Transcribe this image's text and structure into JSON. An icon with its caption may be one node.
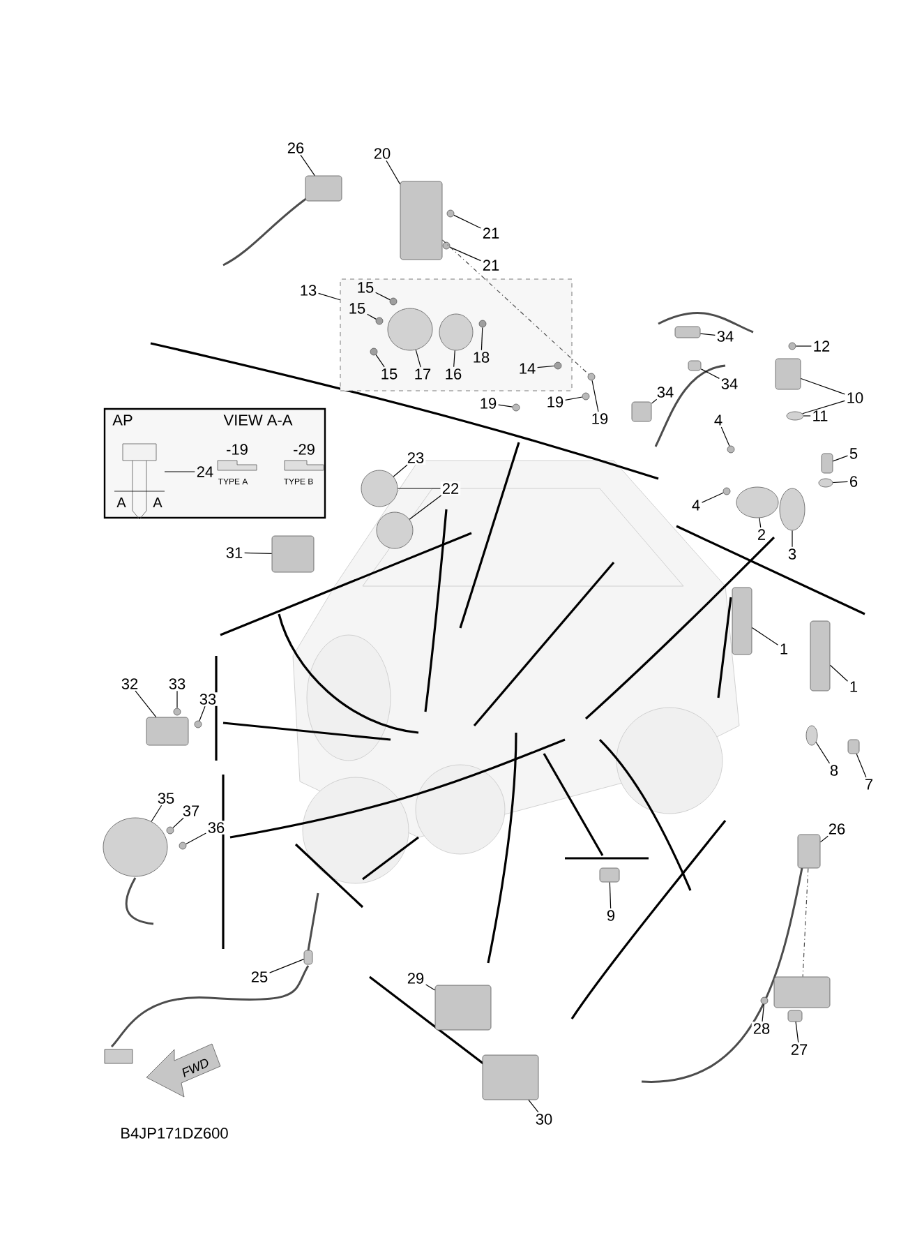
{
  "diagram": {
    "nodes": [
      {
        "text": [
          "26"
        ]
      },
      {
        "text": [
          "20"
        ]
      },
      {
        "text": [
          "21"
        ]
      },
      {
        "text": [
          "21"
        ]
      },
      {
        "text": [
          "15"
        ],
        "in": 54
      },
      {
        "text": [
          "13"
        ]
      },
      {
        "text": [
          "15"
        ],
        "in": 54
      },
      {
        "text": [
          "15"
        ],
        "in": 54
      },
      {
        "text": [
          "17"
        ],
        "in": 54
      },
      {
        "text": [
          "16"
        ],
        "in": 54
      },
      {
        "text": [
          "18"
        ],
        "in": 54
      },
      {
        "text": [
          "14"
        ],
        "in": 54
      },
      {
        "text": [
          "19"
        ]
      },
      {
        "text": [
          "19"
        ]
      },
      {
        "text": [
          "19"
        ]
      },
      {
        "text": [
          "34"
        ]
      },
      {
        "text": [
          "12"
        ]
      },
      {
        "text": [
          "34"
        ]
      },
      {
        "text": [
          "10"
        ]
      },
      {
        "text": [
          "11"
        ]
      },
      {
        "text": [
          "34"
        ]
      },
      {
        "text": [
          "4"
        ]
      },
      {
        "text": [
          "5"
        ]
      },
      {
        "text": [
          "AP",
          "VIEW A-A",
          "-19",
          "-29",
          "TYPE A",
          "TYPE B",
          "A",
          "A"
        ]
      },
      {
        "text": [
          "24"
        ],
        "in": 23
      },
      {
        "text": [
          "23"
        ]
      },
      {
        "text": [
          "22"
        ]
      },
      {
        "text": [
          "6"
        ]
      },
      {
        "text": [
          "4"
        ]
      },
      {
        "text": [
          "2"
        ]
      },
      {
        "text": [
          "3"
        ]
      },
      {
        "text": [
          "31"
        ]
      },
      {
        "text": [
          "1"
        ]
      },
      {
        "text": [
          "1"
        ]
      },
      {
        "text": [
          "32"
        ]
      },
      {
        "text": [
          "33"
        ]
      },
      {
        "text": [
          "33"
        ]
      },
      {
        "text": [
          "8"
        ]
      },
      {
        "text": [
          "7"
        ]
      },
      {
        "text": [
          "35"
        ]
      },
      {
        "text": [
          "37"
        ]
      },
      {
        "text": [
          "36"
        ]
      },
      {
        "text": [
          "26"
        ]
      },
      {
        "text": [
          "9"
        ]
      },
      {
        "text": [
          "25"
        ]
      },
      {
        "text": [
          "29"
        ]
      },
      {
        "text": [
          "28"
        ]
      },
      {
        "text": [
          "27"
        ]
      },
      {
        "text": [
          "30"
        ]
      },
      {
        "text": [],
        "shape": "box"
      },
      {
        "text": [],
        "shape": "box"
      },
      {
        "text": [],
        "shape": "circle"
      },
      {
        "text": [],
        "shape": "circle"
      },
      {
        "text": [],
        "shape": "circle",
        "in": 54
      },
      {
        "text": [],
        "shape": "box"
      },
      {
        "text": [],
        "shape": "circle",
        "in": 54
      },
      {
        "text": [],
        "shape": "circle",
        "in": 54
      },
      {
        "text": [],
        "shape": "circle",
        "in": 54
      },
      {
        "text": [],
        "shape": "circle",
        "in": 54
      },
      {
        "text": [],
        "shape": "circle",
        "in": 54
      },
      {
        "text": [],
        "shape": "circle",
        "in": 54
      },
      {
        "text": [],
        "shape": "circle"
      },
      {
        "text": [],
        "shape": "circle"
      },
      {
        "text": [],
        "shape": "circle"
      },
      {
        "text": [],
        "shape": "box"
      },
      {
        "text": [],
        "shape": "circle"
      },
      {
        "text": [],
        "shape": "box"
      },
      {
        "text": [],
        "shape": "box"
      },
      {
        "text": [],
        "shape": "circle"
      },
      {
        "text": [],
        "shape": "box"
      },
      {
        "text": [],
        "shape": "circle"
      },
      {
        "text": [],
        "shape": "box"
      },
      {
        "text": [],
        "shape": "circle"
      },
      {
        "text": [],
        "shape": "circle"
      },
      {
        "text": [],
        "shape": "circle"
      },
      {
        "text": [],
        "shape": "circle"
      },
      {
        "text": [],
        "shape": "circle"
      },
      {
        "text": [],
        "shape": "circle"
      },
      {
        "text": [],
        "shape": "box"
      },
      {
        "text": [],
        "shape": "box"
      },
      {
        "text": [],
        "shape": "box"
      },
      {
        "text": [],
        "shape": "box"
      },
      {
        "text": [],
        "shape": "circle"
      },
      {
        "text": [],
        "shape": "circle"
      },
      {
        "text": [],
        "shape": "circle"
      },
      {
        "text": [],
        "shape": "box"
      },
      {
        "text": [],
        "shape": "circle"
      },
      {
        "text": [],
        "shape": "circle"
      },
      {
        "text": [],
        "shape": "circle"
      },
      {
        "text": [],
        "shape": "box"
      },
      {
        "text": [],
        "shape": "box"
      },
      {
        "text": [],
        "shape": "box"
      },
      {
        "text": [],
        "shape": "box"
      },
      {
        "text": [],
        "shape": "circle"
      },
      {
        "text": [],
        "shape": "box"
      },
      {
        "text": [],
        "shape": "box"
      },
      {
        "text": [],
        "shape": "box"
      }
    ],
    "edges": [
      {
        "from": 0,
        "to": 49,
        "arrow": "none"
      },
      {
        "from": 1,
        "to": 50,
        "arrow": "none"
      },
      {
        "from": 2,
        "to": 51,
        "arrow": "none"
      },
      {
        "from": 3,
        "to": 52,
        "arrow": "none"
      },
      {
        "from": 4,
        "to": 53,
        "arrow": "none"
      },
      {
        "from": 5,
        "to": 54,
        "arrow": "none"
      },
      {
        "from": 6,
        "to": 55,
        "arrow": "none"
      },
      {
        "from": 7,
        "to": 56,
        "arrow": "none"
      },
      {
        "from": 8,
        "to": 57,
        "arrow": "none"
      },
      {
        "from": 9,
        "to": 58,
        "arrow": "none"
      },
      {
        "from": 10,
        "to": 59,
        "arrow": "none"
      },
      {
        "from": 11,
        "to": 60,
        "arrow": "none"
      },
      {
        "from": 12,
        "to": 61,
        "arrow": "none"
      },
      {
        "from": 13,
        "to": 62,
        "arrow": "none"
      },
      {
        "from": 14,
        "to": 63,
        "arrow": "none"
      },
      {
        "from": 15,
        "to": 64,
        "arrow": "none"
      },
      {
        "from": 16,
        "to": 65,
        "arrow": "none"
      },
      {
        "from": 17,
        "to": 66,
        "arrow": "none"
      },
      {
        "from": 18,
        "to": 67,
        "arrow": "none"
      },
      {
        "from": 18,
        "to": 68,
        "arrow": "none"
      },
      {
        "from": 19,
        "to": 68,
        "arrow": "none"
      },
      {
        "from": 20,
        "to": 69,
        "arrow": "none"
      },
      {
        "from": 21,
        "to": 70,
        "arrow": "none"
      },
      {
        "from": 22,
        "to": 71,
        "arrow": "none"
      },
      {
        "from": 24,
        "to": null,
        "arrow": "none"
      },
      {
        "from": 25,
        "to": 72,
        "arrow": "none"
      },
      {
        "from": 26,
        "to": 72,
        "arrow": "none"
      },
      {
        "from": 26,
        "to": 73,
        "arrow": "none"
      },
      {
        "from": 27,
        "to": 74,
        "arrow": "none"
      },
      {
        "from": 28,
        "to": 75,
        "arrow": "none"
      },
      {
        "from": 29,
        "to": 76,
        "arrow": "none"
      },
      {
        "from": 30,
        "to": 77,
        "arrow": "none"
      },
      {
        "from": 31,
        "to": 78,
        "arrow": "none"
      },
      {
        "from": 32,
        "to": 79,
        "arrow": "none"
      },
      {
        "from": 33,
        "to": 80,
        "arrow": "none"
      },
      {
        "from": 34,
        "to": 81,
        "arrow": "none"
      },
      {
        "from": 35,
        "to": 82,
        "arrow": "none"
      },
      {
        "from": 36,
        "to": 83,
        "arrow": "none"
      },
      {
        "from": 37,
        "to": 84,
        "arrow": "none"
      },
      {
        "from": 38,
        "to": 85,
        "arrow": "none"
      },
      {
        "from": 39,
        "to": 86,
        "arrow": "none"
      },
      {
        "from": 40,
        "to": 87,
        "arrow": "none"
      },
      {
        "from": 41,
        "to": 88,
        "arrow": "none"
      },
      {
        "from": 42,
        "to": 89,
        "arrow": "none"
      },
      {
        "from": 43,
        "to": 90,
        "arrow": "none"
      },
      {
        "from": 44,
        "to": 91,
        "arrow": "none"
      },
      {
        "from": 45,
        "to": 92,
        "arrow": "none"
      },
      {
        "from": 46,
        "to": 93,
        "arrow": "none"
      },
      {
        "from": 47,
        "to": 94,
        "arrow": "none"
      },
      {
        "from": 48,
        "to": 95,
        "arrow": "none"
      },
      {
        "from": 50,
        "to": 63,
        "arrow": "none",
        "style": "dashed"
      },
      {
        "from": 89,
        "to": 96,
        "arrow": "none",
        "style": "dashed"
      }
    ],
    "labels": [
      "FWD",
      "B4JP171DZ600"
    ]
  }
}
